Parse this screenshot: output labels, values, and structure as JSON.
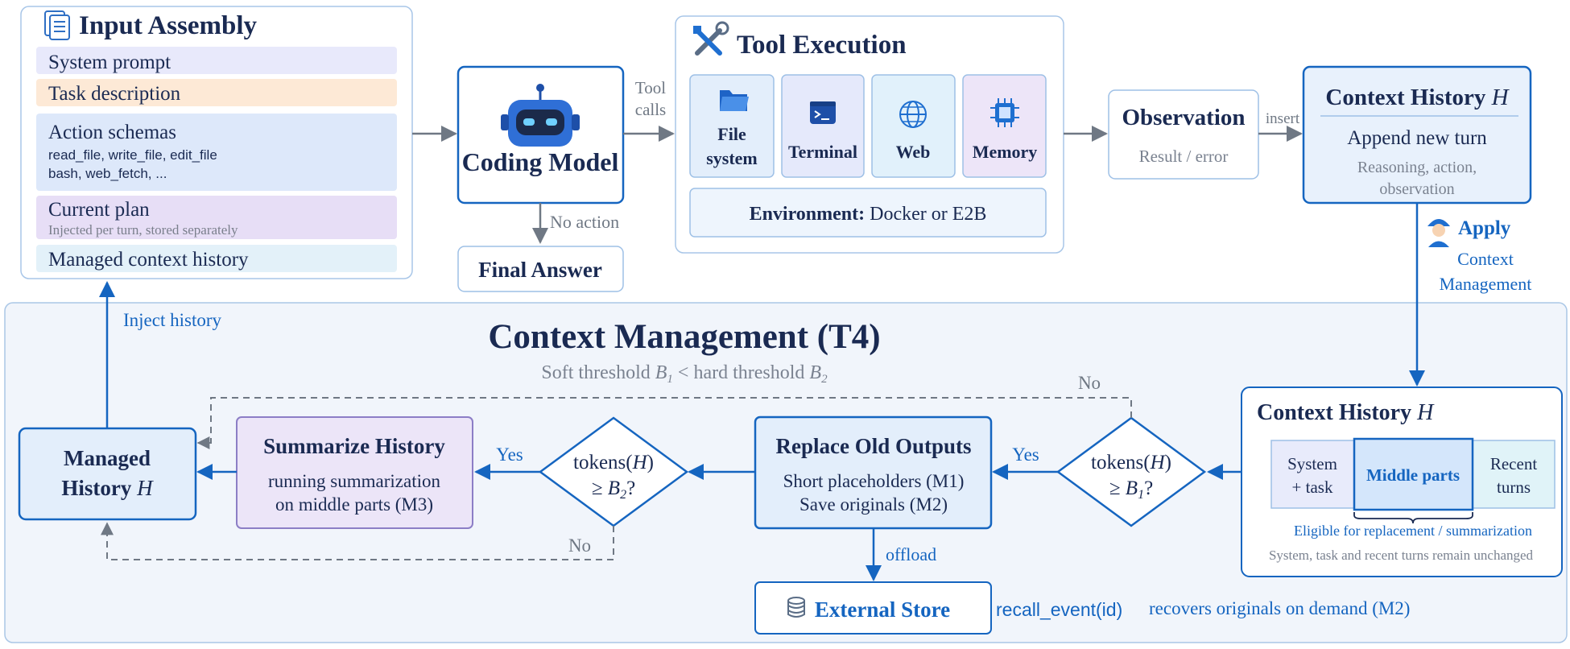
{
  "input_assembly": {
    "title": "Input Assembly",
    "system_prompt": "System prompt",
    "task_description": "Task description",
    "action_schemas": "Action schemas",
    "schemas_line1": "read_file, write_file, edit_file",
    "schemas_line2": "bash, web_fetch, ...",
    "current_plan": "Current plan",
    "plan_note": "Injected per turn, stored separately",
    "managed_history": "Managed context history"
  },
  "coding_model": {
    "label": "Coding Model"
  },
  "tool_calls": {
    "line1": "Tool",
    "line2": "calls"
  },
  "no_action": "No action",
  "final_answer": "Final Answer",
  "tool_execution": {
    "title": "Tool Execution",
    "tools": {
      "file_system_line1": "File",
      "file_system_line2": "system",
      "terminal": "Terminal",
      "web": "Web",
      "memory": "Memory"
    },
    "environment_label": "Environment:",
    "environment_value": "Docker or E2B"
  },
  "observation": {
    "title": "Observation",
    "subtitle": "Result / error"
  },
  "insert": "insert",
  "context_history_top": {
    "title": "Context History",
    "var": "H",
    "append": "Append new turn",
    "detail_line1": "Reasoning, action,",
    "detail_line2": "observation"
  },
  "apply": {
    "word": "Apply",
    "line2": "Context",
    "line3": "Management"
  },
  "inject_history": "Inject history",
  "context_management": {
    "title": "Context Management (T4)",
    "subtitle_pre": "Soft threshold ",
    "subtitle_b1": "B",
    "subtitle_b1_sub": "1",
    "subtitle_mid": " < hard threshold ",
    "subtitle_b2": "B",
    "subtitle_b2_sub": "2"
  },
  "context_history_bottom": {
    "title": "Context History",
    "var": "H",
    "system_line1": "System",
    "system_line2": "+ task",
    "middle": "Middle parts",
    "recent_line1": "Recent",
    "recent_line2": "turns",
    "eligible": "Eligible for replacement / summarization",
    "unchanged": "System, task and recent turns remain unchanged"
  },
  "diamond1": {
    "line1_pre": "tokens(",
    "line1_var": "H",
    "line1_post": ")",
    "line2_pre": "≥ ",
    "line2_var": "B",
    "line2_sub": "1",
    "line2_post": "?"
  },
  "diamond2": {
    "line1_pre": "tokens(",
    "line1_var": "H",
    "line1_post": ")",
    "line2_pre": "≥ ",
    "line2_var": "B",
    "line2_sub": "2",
    "line2_post": "?"
  },
  "yes": "Yes",
  "no": "No",
  "replace": {
    "title": "Replace Old Outputs",
    "line1": "Short placeholders (M1)",
    "line2": "Save originals (M2)"
  },
  "summarize": {
    "title": "Summarize History",
    "line1": "running summarization",
    "line2": "on middle parts (M3)"
  },
  "managed_history": {
    "line1": "Managed",
    "line2_pre": "History ",
    "line2_var": "H"
  },
  "offload": "offload",
  "external_store": "External Store",
  "recall": "recall_event(id)",
  "recovers": "recovers originals on demand (M2)",
  "colors": {
    "blue": "#1565c0",
    "navy": "#1a2a52",
    "gray_arrow": "#6f7884",
    "border": "#9ec0e6"
  }
}
